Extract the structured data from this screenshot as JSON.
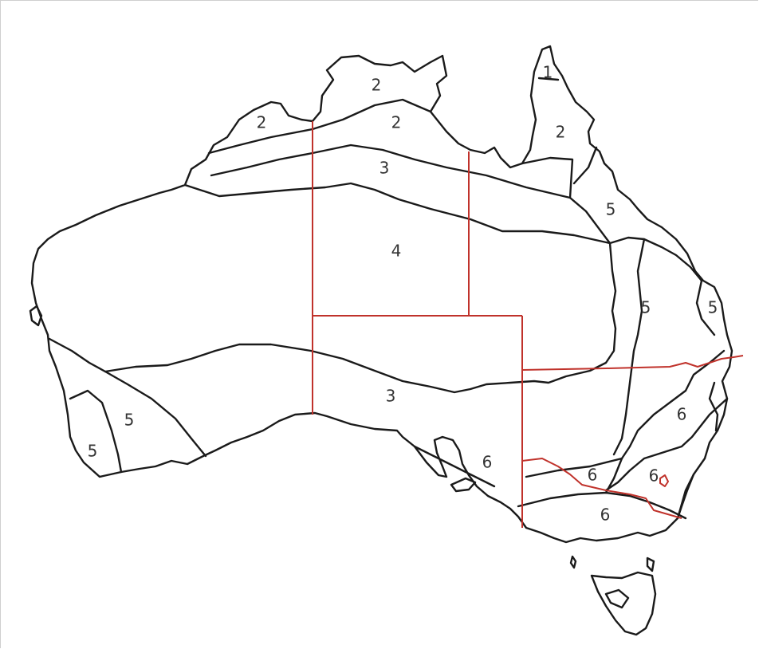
{
  "map": {
    "zone_labels": [
      {
        "id": "z1-cape-york",
        "text": "1"
      },
      {
        "id": "z2-kimberley",
        "text": "2"
      },
      {
        "id": "z2-top-end-north",
        "text": "2"
      },
      {
        "id": "z2-top-end-south",
        "text": "2"
      },
      {
        "id": "z2-qld-north",
        "text": "2"
      },
      {
        "id": "z3-north",
        "text": "3"
      },
      {
        "id": "z4-central",
        "text": "4"
      },
      {
        "id": "z5-qld-coast",
        "text": "5"
      },
      {
        "id": "z5-qld-inland",
        "text": "5"
      },
      {
        "id": "z5-qld-south-east",
        "text": "5"
      },
      {
        "id": "z3-south",
        "text": "3"
      },
      {
        "id": "z5-wa-south",
        "text": "5"
      },
      {
        "id": "z5-wa-south-west",
        "text": "5"
      },
      {
        "id": "z6-sa-south",
        "text": "6"
      },
      {
        "id": "z6-nsw-east",
        "text": "6"
      },
      {
        "id": "z6-nsw-south",
        "text": "6"
      },
      {
        "id": "z6-nsw-south-east",
        "text": "6"
      },
      {
        "id": "z6-victoria",
        "text": "6"
      }
    ],
    "colors": {
      "coastline": "#1a1a1a",
      "zone_lines": "#1a1a1a",
      "state_borders": "#c0322b",
      "labels": "#333333",
      "background": "#ffffff"
    }
  }
}
